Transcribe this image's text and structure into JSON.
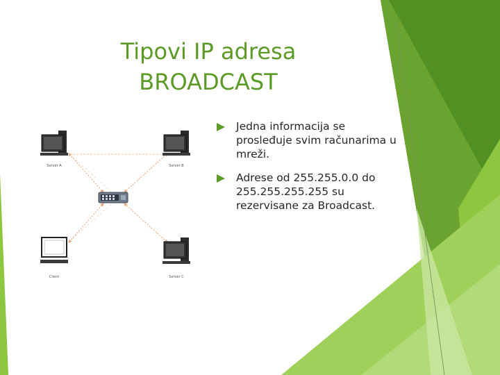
{
  "slide": {
    "title_line1": "Tipovi IP adresa",
    "title_line2": "BROADCAST",
    "bullets": [
      "Jedna informacija se prosleđuje svim računarima u mreži.",
      "Adrese od 255.255.0.0 do 255.255.255.255 su rezervisane za Broadcast."
    ]
  },
  "diagram": {
    "nodes": [
      {
        "label": "Server A",
        "icon": "computer-dark-icon"
      },
      {
        "label": "Server B",
        "icon": "computer-dark-icon"
      },
      {
        "label": "Client",
        "icon": "computer-light-icon"
      },
      {
        "label": "Server C",
        "icon": "computer-dark-icon"
      }
    ],
    "hub_icon": "network-switch-icon"
  },
  "colors": {
    "accent": "#5a9a25",
    "green_light": "#b8d98a",
    "green_mid": "#8dc63f",
    "green_dark": "#3d7a1c",
    "text": "#262626",
    "link_arrow": "#e8a070"
  }
}
